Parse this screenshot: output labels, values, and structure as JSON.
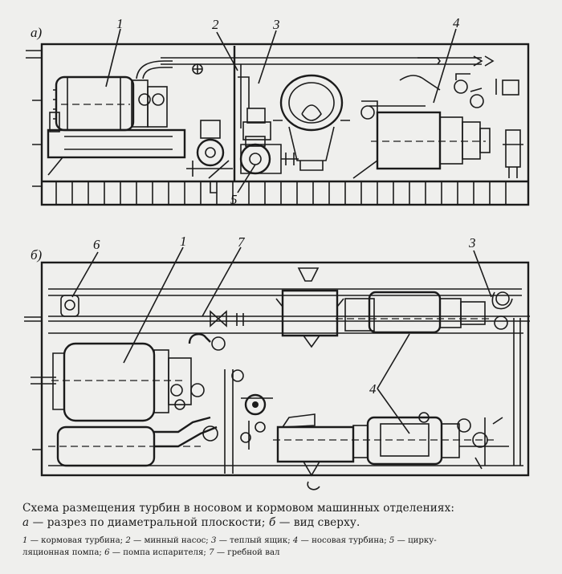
{
  "figure": {
    "panel_a_label": "а)",
    "panel_b_label": "б)",
    "callouts_a": [
      "1",
      "2",
      "3",
      "4",
      "5"
    ],
    "callouts_b": [
      "6",
      "1",
      "7",
      "3",
      "4"
    ]
  },
  "caption": {
    "title": "Схема размещения турбин в носовом и кормовом машинных отделениях:",
    "sub_a_letter": "а",
    "sub_a_text": " — разрез по диаметральной плоскости; ",
    "sub_b_letter": "б",
    "sub_b_text": " — вид сверху.",
    "legend": [
      {
        "num": "1",
        "text": " — кормовая турбина; "
      },
      {
        "num": "2",
        "text": " — минный насос; "
      },
      {
        "num": "3",
        "text": " — теплый ящик; "
      },
      {
        "num": "4",
        "text": " — носовая турбина; "
      },
      {
        "num": "5",
        "text": " — цирку-"
      }
    ],
    "legend_line2": [
      {
        "num": "",
        "text": "ляционная помпа; "
      },
      {
        "num": "6",
        "text": " — помпа испарителя; "
      },
      {
        "num": "7",
        "text": " — гребной вал"
      }
    ]
  }
}
